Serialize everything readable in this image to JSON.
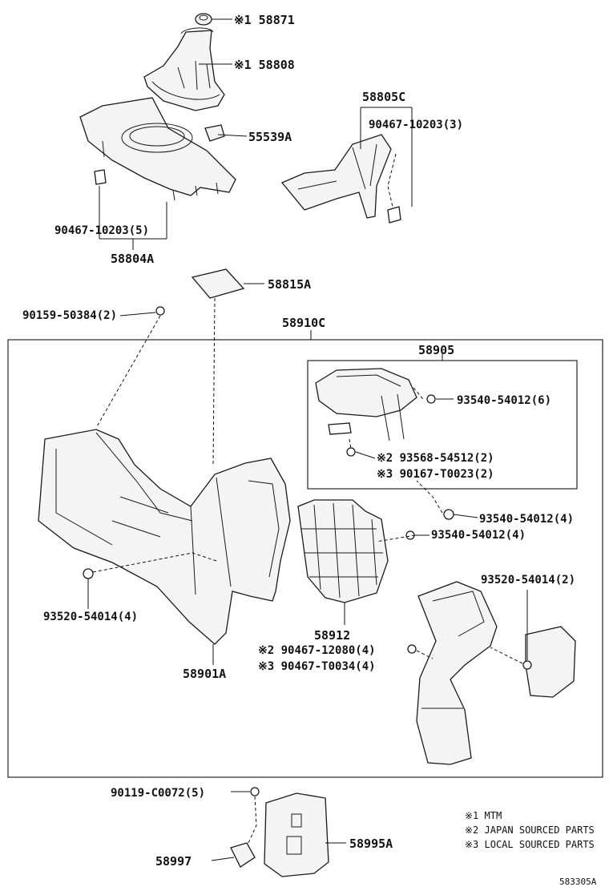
{
  "labels": {
    "p58871": "※1 58871",
    "p58808": "※1 58808",
    "p58805C": "58805C",
    "p90467_10203_3": "90467-10203(3)",
    "p55539A": "55539A",
    "p90467_10203_5": "90467-10203(5)",
    "p58804A": "58804A",
    "p58815A": "58815A",
    "p90159_50384": "90159-50384(2)",
    "p58910C": "58910C",
    "p58905": "58905",
    "p93540_54012_6": "93540-54012(6)",
    "p93568_54512": "※2 93568-54512(2)",
    "p90167_T0023": "※3 90167-T0023(2)",
    "p93540_54012_4a": "93540-54012(4)",
    "p93540_54012_4b": "93540-54012(4)",
    "p93520_54014_2": "93520-54014(2)",
    "p93520_54014_4": "93520-54014(4)",
    "p58912": "58912",
    "p90467_12080": "※2 90467-12080(4)",
    "p90467_T0034": "※3 90467-T0034(4)",
    "p58901A": "58901A",
    "p90119_C0072": "90119-C0072(5)",
    "p58997": "58997",
    "p58995A": "58995A"
  },
  "notes": {
    "n1": "※1 MTM",
    "n2": "※2 JAPAN SOURCED PARTS",
    "n3": "※3 LOCAL SOURCED PARTS"
  },
  "diagram_code": "583305A"
}
